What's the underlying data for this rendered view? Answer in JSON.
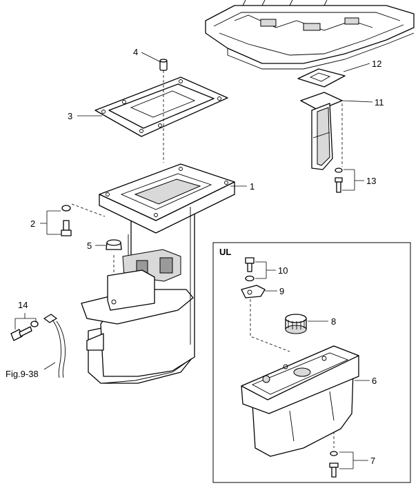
{
  "callouts": {
    "c1": "1",
    "c2": "2",
    "c3": "3",
    "c4": "4",
    "c5": "5",
    "c6": "6",
    "c7": "7",
    "c8": "8",
    "c9": "9",
    "c10": "10",
    "c11": "11",
    "c12": "12",
    "c13": "13",
    "c14": "14"
  },
  "fig_reference": "Fig.9-38",
  "inset": {
    "title": "UL"
  }
}
